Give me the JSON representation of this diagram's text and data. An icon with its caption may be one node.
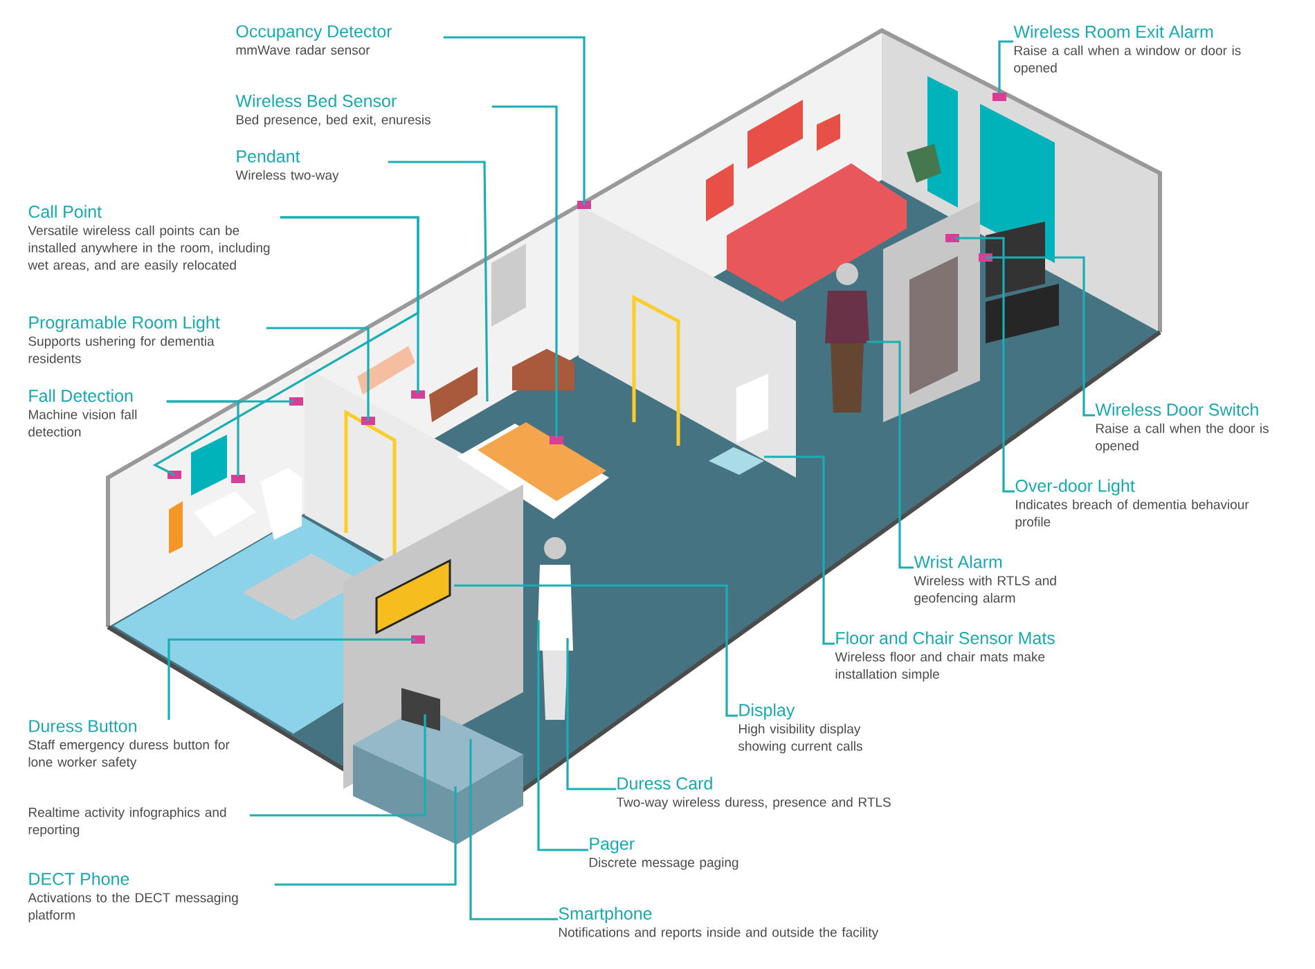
{
  "diagram": {
    "nodes": [
      {
        "text": [
          "Occupancy Detector",
          "mmWave radar sensor"
        ]
      },
      {
        "text": [
          "Wireless Bed Sensor",
          "Bed presence, bed exit, enuresis"
        ]
      },
      {
        "text": [
          "Pendant",
          "Wireless two-way"
        ]
      },
      {
        "text": [
          "Call Point",
          "Versatile wireless call points can be installed anywhere in the room, including wet areas, and are easily relocated"
        ]
      },
      {
        "text": [
          "Programable Room Light",
          "Supports ushering for dementia residents"
        ]
      },
      {
        "text": [
          "Fall Detection",
          "Machine vision fall detection"
        ]
      },
      {
        "text": [
          "Duress Button",
          "Staff emergency duress button for lone worker safety"
        ]
      },
      {
        "text": [
          "Realtime activity infographics and reporting"
        ]
      },
      {
        "text": [
          "DECT Phone",
          "Activations to the DECT messaging platform"
        ]
      },
      {
        "text": [
          "Smartphone",
          "Notifications and reports inside and outside the facility"
        ]
      },
      {
        "text": [
          "Pager",
          "Discrete message paging"
        ]
      },
      {
        "text": [
          "Duress Card",
          "Two-way wireless duress, presence and RTLS"
        ]
      },
      {
        "text": [
          "Display",
          "High visibility display showing current calls"
        ]
      },
      {
        "text": [
          "Floor and Chair Sensor Mats",
          "Wireless floor and chair mats make installation simple"
        ]
      },
      {
        "text": [
          "Wrist Alarm",
          "Wireless with RTLS and geofencing alarm"
        ]
      },
      {
        "text": [
          "Over-door Light",
          "Indicates breach of dementia behaviour profile"
        ]
      },
      {
        "text": [
          "Wireless Door Switch",
          "Raise a call when the door is opened"
        ]
      },
      {
        "text": [
          "Wireless Room Exit Alarm",
          "Raise a call when a window or door is opened"
        ]
      }
    ],
    "edges": [
      {
        "from": 0,
        "to": null,
        "arrow": "none"
      },
      {
        "from": 1,
        "to": null,
        "arrow": "none"
      },
      {
        "from": 2,
        "to": null,
        "arrow": "none"
      },
      {
        "from": 3,
        "to": null,
        "arrow": "none"
      },
      {
        "from": 3,
        "to": null,
        "arrow": "none"
      },
      {
        "from": 4,
        "to": null,
        "arrow": "none"
      },
      {
        "from": 5,
        "to": null,
        "arrow": "none"
      },
      {
        "from": 5,
        "to": null,
        "arrow": "none"
      },
      {
        "from": 6,
        "to": null,
        "arrow": "none"
      },
      {
        "from": 7,
        "to": null,
        "arrow": "none"
      },
      {
        "from": 8,
        "to": null,
        "arrow": "none"
      },
      {
        "from": 9,
        "to": null,
        "arrow": "none"
      },
      {
        "from": 10,
        "to": null,
        "arrow": "none"
      },
      {
        "from": 11,
        "to": null,
        "arrow": "none"
      },
      {
        "from": 12,
        "to": null,
        "arrow": "none"
      },
      {
        "from": 13,
        "to": null,
        "arrow": "none"
      },
      {
        "from": 14,
        "to": null,
        "arrow": "none"
      },
      {
        "from": 15,
        "to": null,
        "arrow": "none"
      },
      {
        "from": 16,
        "to": null,
        "arrow": "none"
      },
      {
        "from": 17,
        "to": null,
        "arrow": "none"
      }
    ]
  }
}
